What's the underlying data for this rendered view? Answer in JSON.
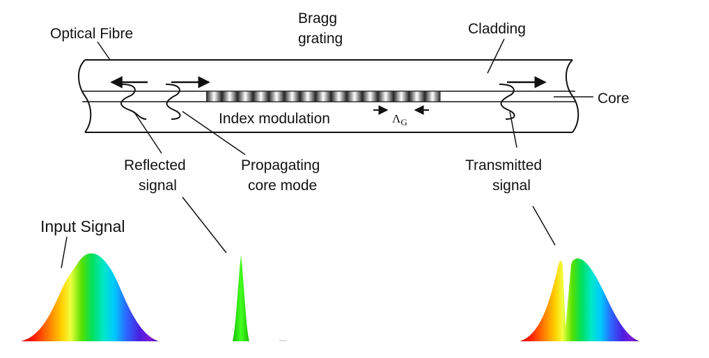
{
  "labels": {
    "optical_fibre": "Optical Fibre",
    "bragg_line1": "Bragg",
    "bragg_line2": "grating",
    "cladding": "Cladding",
    "core": "Core",
    "index_modulation": "Index modulation",
    "period_symbol": "Λ",
    "period_subscript": "G",
    "reflected_line1": "Reflected",
    "reflected_line2": "signal",
    "propagating_line1": "Propagating",
    "propagating_line2": "core mode",
    "transmitted_line1": "Transmitted",
    "transmitted_line2": "signal",
    "input_signal": "Input Signal"
  },
  "colors": {
    "spectrum": [
      "#d40000",
      "#ff3b00",
      "#ff8c00",
      "#ffd200",
      "#e8ff30",
      "#55e000",
      "#00e060",
      "#00e8c8",
      "#00c8ff",
      "#2a6cff",
      "#4b1fe0",
      "#7d1cd6",
      "#3a0a80"
    ],
    "reflected_peak": "#33ee22",
    "stroke": "#111111"
  }
}
